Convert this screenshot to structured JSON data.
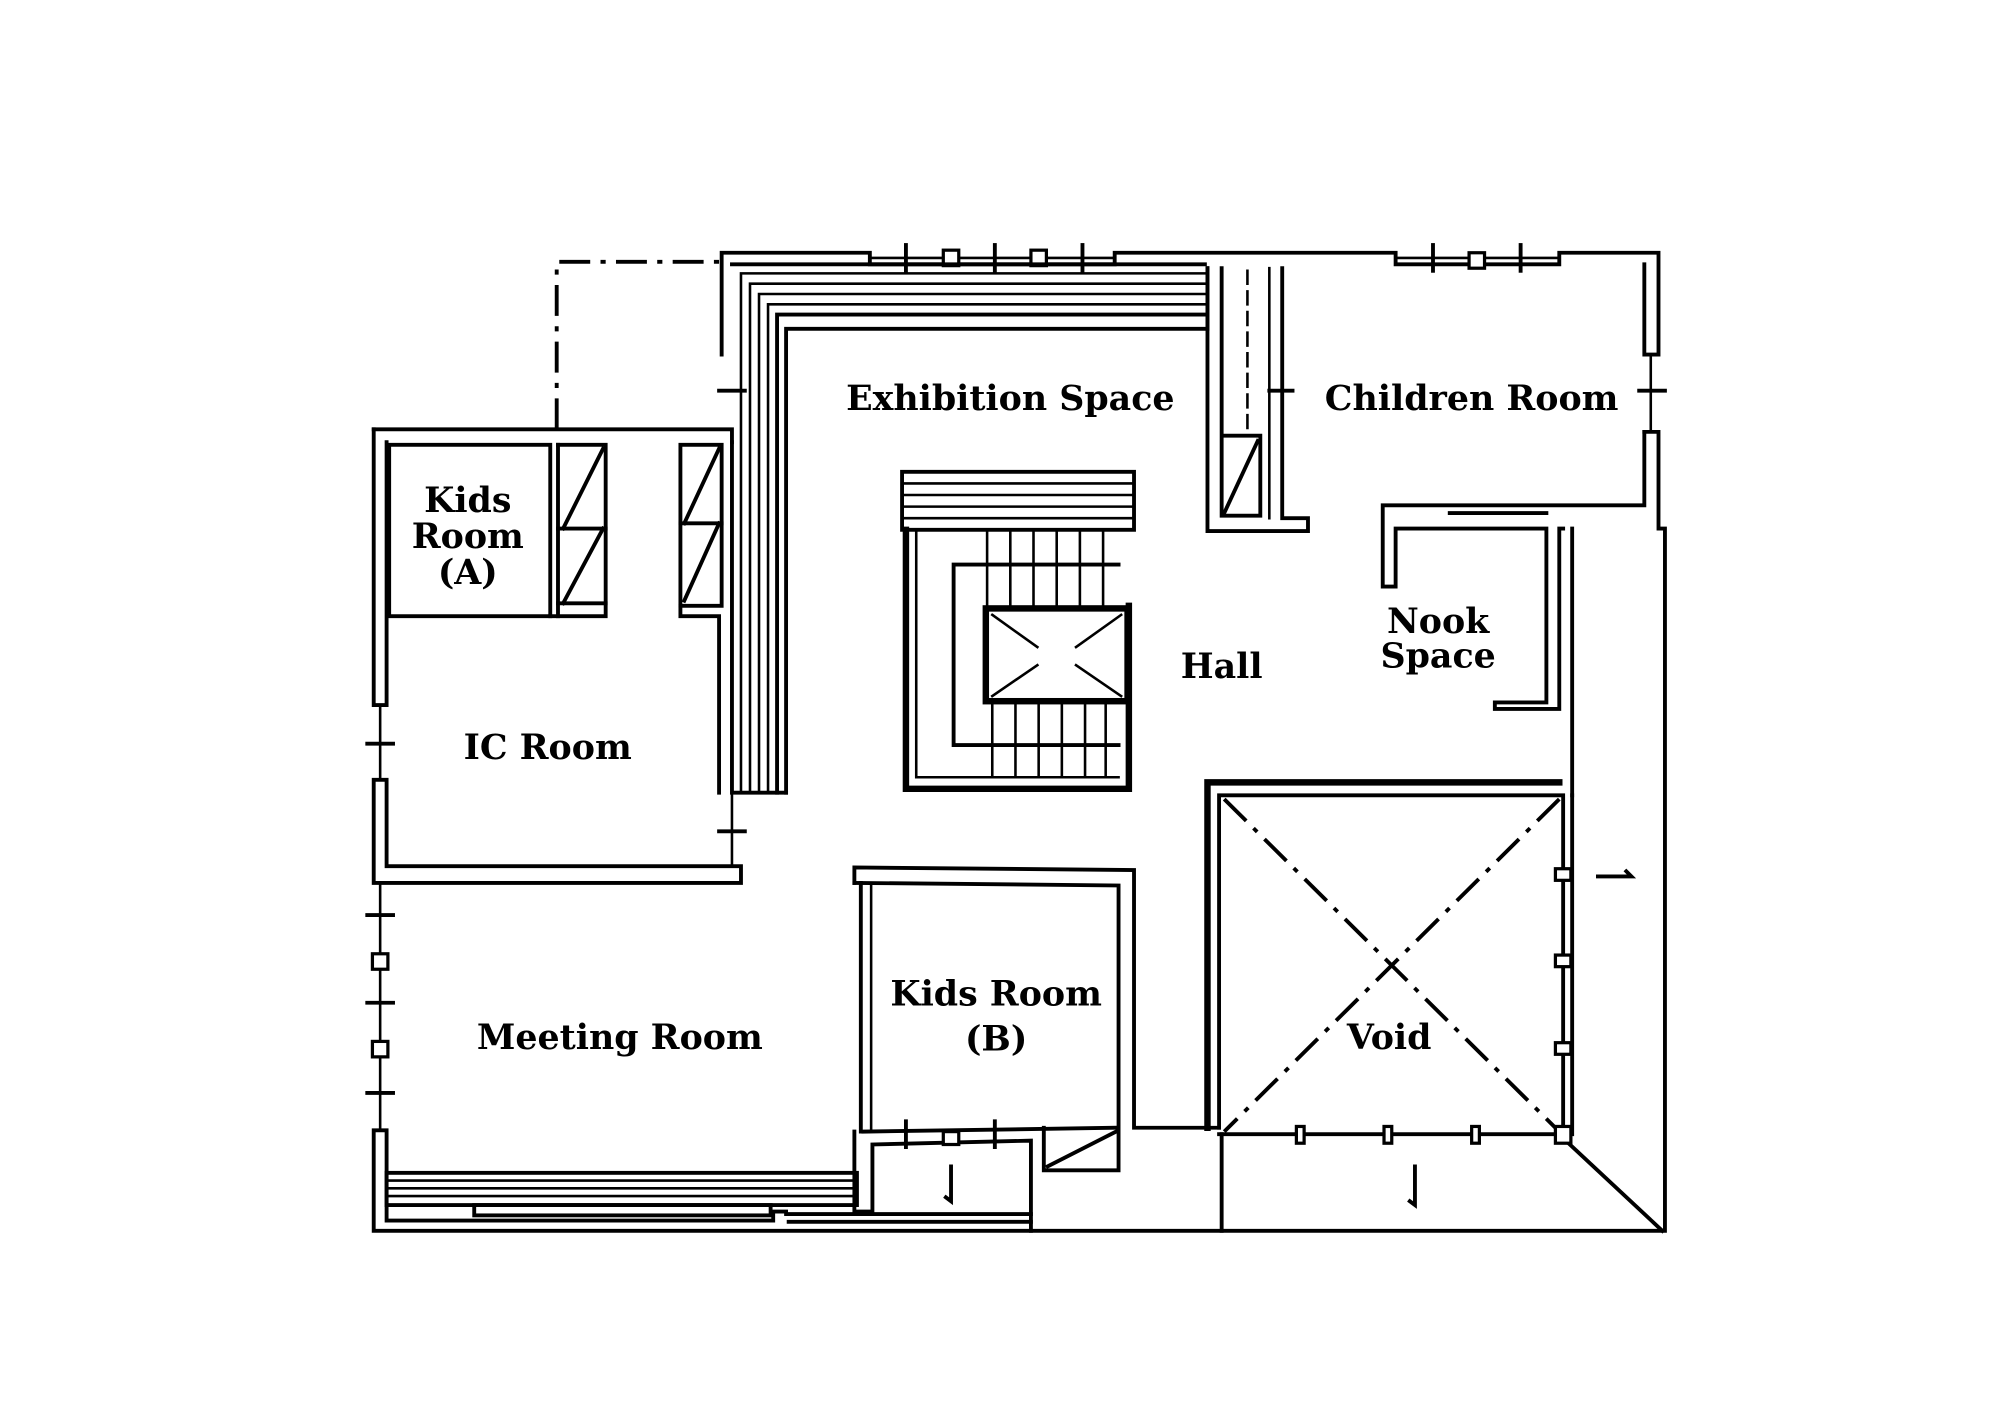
{
  "plan": {
    "rooms": {
      "exhibition_space": "Exhibition Space",
      "children_room": "Children Room",
      "kids_room_a_line1": "Kids",
      "kids_room_a_line2": "Room",
      "kids_room_a_line3": "(A)",
      "ic_room": "IC Room",
      "hall": "Hall",
      "nook_space_line1": "Nook",
      "nook_space_line2": "Space",
      "meeting_room": "Meeting Room",
      "kids_room_b_line1": "Kids Room",
      "kids_room_b_line2": "(B)",
      "void": "Void"
    }
  }
}
